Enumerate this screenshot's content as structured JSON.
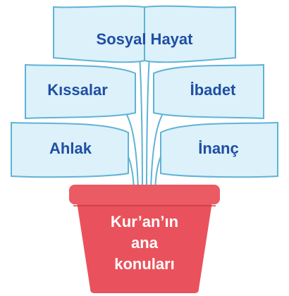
{
  "branches": {
    "top": "Sosyal Hayat",
    "mid_left": "Kıssalar",
    "mid_right": "İbadet",
    "low_left": "Ahlak",
    "low_right": "İnanç"
  },
  "pot": {
    "line1": "Kur’an’ın",
    "line2": "ana",
    "line3": "konuları"
  },
  "colors": {
    "leaf_fill": "#dcf1f9",
    "leaf_stroke": "#5fb3d6",
    "label": "#1f4ea3",
    "pot": "#e9525c",
    "pot_rim": "#ea5b64"
  }
}
